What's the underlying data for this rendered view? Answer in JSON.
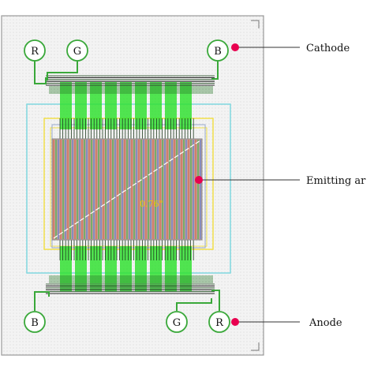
{
  "labels": {
    "cathode": "Cathode",
    "emitting_area": "Emitting ar",
    "anode": "Anode",
    "diagonal": "0.76\""
  },
  "pads": {
    "top_left_1": "R",
    "top_left_2": "G",
    "top_right": "B",
    "bottom_left": "B",
    "bottom_right_1": "G",
    "bottom_right_2": "R"
  },
  "colors": {
    "marker": "#e8004f",
    "green": "#33e033",
    "cyan": "#7fd8e0",
    "yellow": "#f2e04a",
    "stripe_red": "#d2745a",
    "stripe_green": "#5ab05a",
    "stripe_blue": "#6f86c9",
    "wire": "#2a7a2a"
  }
}
